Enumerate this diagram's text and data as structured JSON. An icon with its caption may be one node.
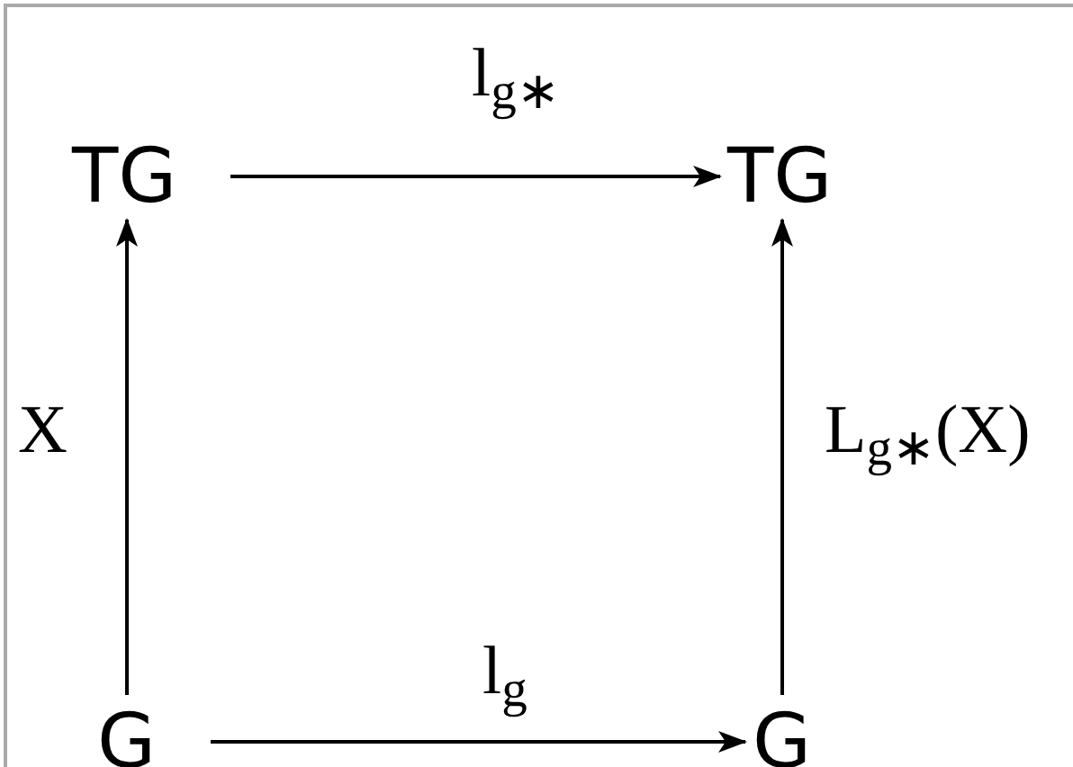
{
  "diagram": {
    "nodes": [
      {
        "text": [
          "TG"
        ]
      },
      {
        "text": [
          "TG"
        ]
      },
      {
        "text": [
          "G"
        ]
      },
      {
        "text": [
          "G"
        ]
      }
    ],
    "edges": [
      {
        "from": 0,
        "to": 1,
        "arrow": "to",
        "label": "l$_{g∗}$"
      },
      {
        "from": 2,
        "to": 0,
        "arrow": "to",
        "label": "X"
      },
      {
        "from": 3,
        "to": 1,
        "arrow": "to",
        "label": "L$_{g∗}$(X)"
      },
      {
        "from": 2,
        "to": 3,
        "arrow": "to",
        "label": "l$_{g}$"
      }
    ]
  }
}
